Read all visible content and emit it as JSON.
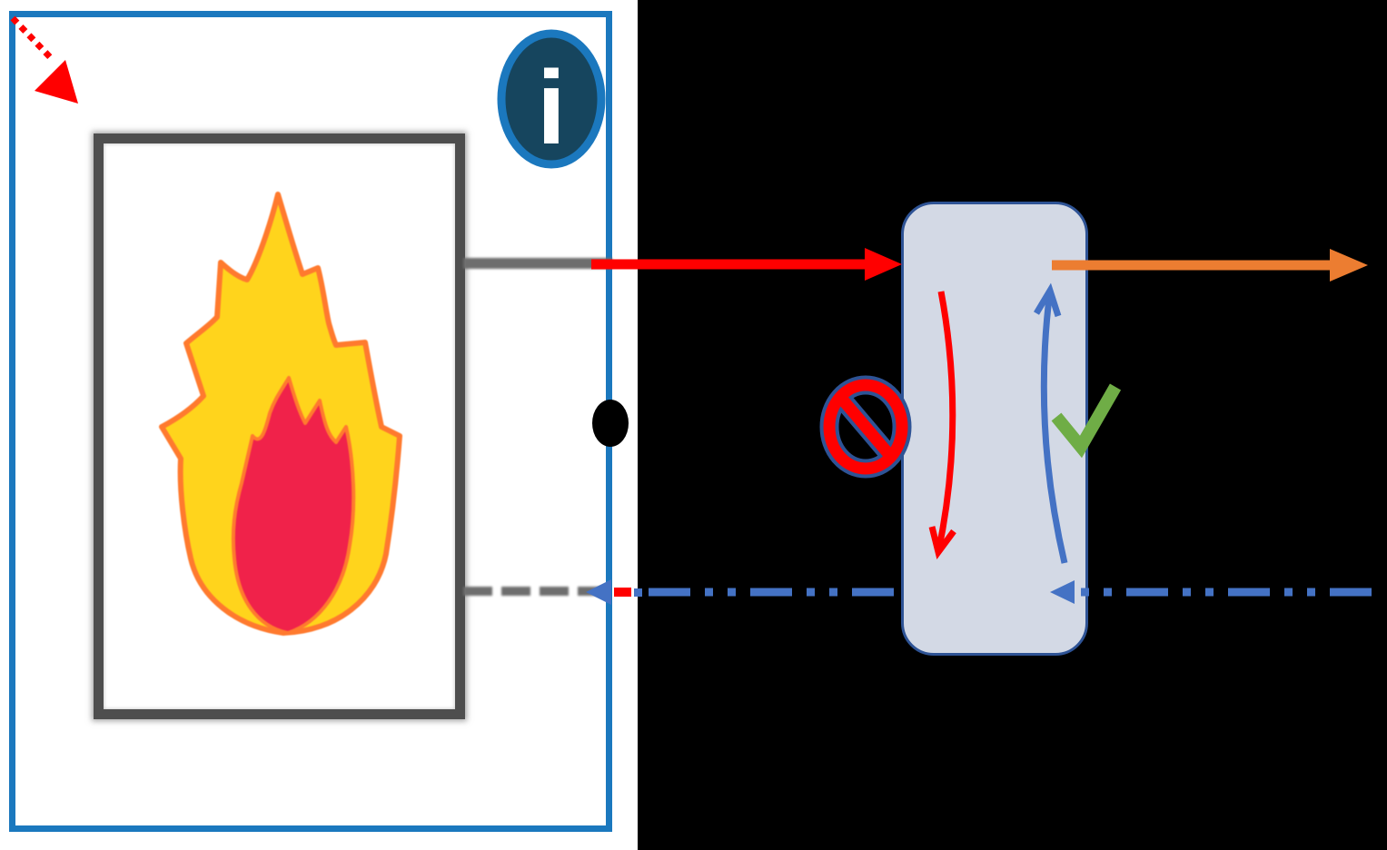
{
  "diagram": {
    "kind": "furnace-to-heat-exchanger flow schematic",
    "left_panel": {
      "boundary": "blue system boundary box",
      "furnace": "gray box containing flame symbol",
      "ports": [
        "top supply connector",
        "bottom return connector",
        "boundary port dot"
      ]
    },
    "right_panel": {
      "vessel": "rounded rectangle heat-exchanger",
      "flows": {
        "red_supply_arrow": "solid red arrow into vessel (left)",
        "orange_outlet_arrow": "solid orange arrow out of vessel (right)",
        "blue_return_dashed": "blue dash-dot return lines entering vessel right side and exiting toward furnace",
        "red_internal_curve": "downward red curved arrow (disallowed direction)",
        "blue_internal_curve": "upward blue curved arrow (allowed direction)"
      },
      "verdicts": {
        "disallowed": "no-symbol over red path",
        "allowed": "green checkmark over blue path"
      }
    }
  },
  "icons": {
    "info": "info-icon",
    "flame": "flame-icon",
    "no_symbol": "no-symbol-icon",
    "checkmark": "checkmark-icon",
    "port_dot": "boundary-port-dot",
    "diagonal_arrow": "red-dotted-diagonal-arrow"
  },
  "info_icon": {
    "glyph": "i"
  },
  "colors": {
    "red": "#FF0000",
    "orange": "#EC7D31",
    "blue": "#4472C4",
    "dark_blue": "#2E5395",
    "bright_blue": "#1B78BE",
    "info_fill": "#16455E",
    "green": "#6FAD46",
    "gray": "#6E6E6E",
    "dark_gray": "#4E4E4E",
    "vessel_fill": "#D3D9E5",
    "flame_yellow": "#FFD41C",
    "flame_outline": "#FF7A2E",
    "flame_red": "#F0224A",
    "black": "#000000",
    "white": "#FFFFFF"
  }
}
